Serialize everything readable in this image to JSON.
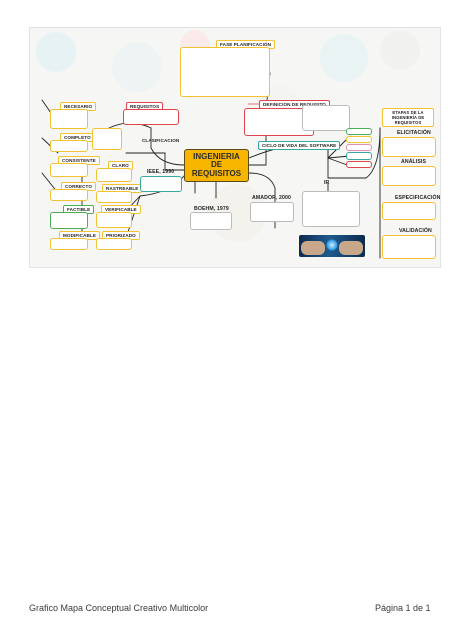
{
  "title": "INGENIERIA DE REQUISITOS",
  "left_branch": {
    "necesario": "NECESARIO",
    "completo": "COMPLETO",
    "consistente": "CONSISTENTE",
    "correcto": "CORRECTO",
    "factible": "FACTIBLE",
    "modificable": "MODIFICABLE",
    "claro": "CLARO",
    "rastreable": "RASTREABLE",
    "verificable": "VERIFICABLE",
    "priorizado": "PRIORIZADO",
    "requisitos": "REQUISITOS",
    "clasificacion": "CLASIFICACION"
  },
  "center_branch": {
    "ieee": "IEEE, 1990",
    "boehm": "BOEHM, 1979",
    "amador": "AMADOR, 2000",
    "fase": "FASE PLANIFICACIÓN",
    "definicion": "DEFINICION DE REQUISITO",
    "ciclo": "CICLO DE VIDA DEL SOFTWARE",
    "ir": "IR"
  },
  "right_branch": {
    "etapas": "ETAPAS DE LA INGENIERÍA DE REQUISITOS",
    "elicitacion": "ELICITACIÓN",
    "analisis": "ANÁLISIS",
    "especificacion": "ESPECIFICACIÓN",
    "validacion": "VALIDACIÓN"
  },
  "footer": {
    "doc_title": "Grafico Mapa Conceptual Creativo Multicolor",
    "page": "Página 1 de 1"
  },
  "colors": {
    "accent": "#f7b500",
    "red": "#e0444d",
    "pink": "#e58eb4",
    "green": "#4cae54",
    "teal": "#38a8a0"
  }
}
